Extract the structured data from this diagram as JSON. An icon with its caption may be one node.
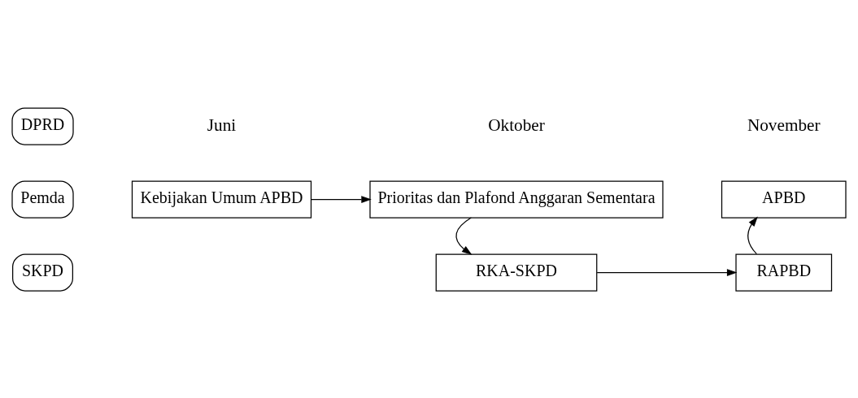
{
  "diagram": {
    "nodes": [
      {
        "text": [
          "DPRD"
        ]
      },
      {
        "text": [
          "Pemda"
        ]
      },
      {
        "text": [
          "SKPD"
        ]
      },
      {
        "text": [
          "Kebijakan Umum APBD"
        ]
      },
      {
        "text": [
          "Prioritas dan Plafond Anggaran Sementara"
        ]
      },
      {
        "text": [
          "RKA-SKPD"
        ]
      },
      {
        "text": [
          "RAPBD"
        ]
      },
      {
        "text": [
          "APBD"
        ]
      }
    ],
    "edges": [
      {
        "from": 3,
        "to": 4,
        "arrow": "to"
      },
      {
        "from": 4,
        "to": 5,
        "arrow": "to"
      },
      {
        "from": 5,
        "to": 6,
        "arrow": "to"
      },
      {
        "from": 6,
        "to": 7,
        "arrow": "to"
      }
    ],
    "labels": [
      "Juni",
      "Oktober",
      "November"
    ]
  }
}
